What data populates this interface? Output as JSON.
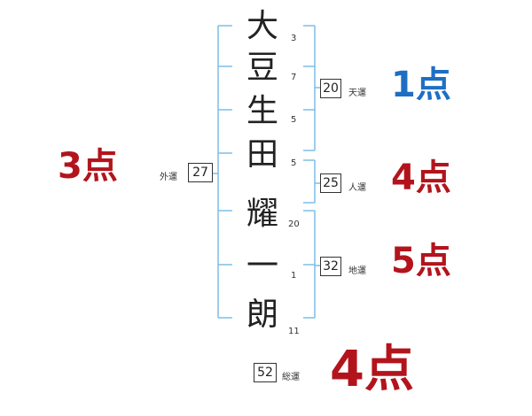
{
  "name_chars": [
    {
      "char": "大",
      "strokes": "3"
    },
    {
      "char": "豆",
      "strokes": "7"
    },
    {
      "char": "生",
      "strokes": "5"
    },
    {
      "char": "田",
      "strokes": "5"
    },
    {
      "char": "耀",
      "strokes": "20"
    },
    {
      "char": "一",
      "strokes": "1"
    },
    {
      "char": "朗",
      "strokes": "11"
    }
  ],
  "fortunes": {
    "tenun": {
      "value": "20",
      "label": "天運",
      "score": "1点",
      "color": "#1e6fc4"
    },
    "jinun": {
      "value": "25",
      "label": "人運",
      "score": "4点",
      "color": "#b3141c"
    },
    "chiun": {
      "value": "32",
      "label": "地運",
      "score": "5点",
      "color": "#b3141c"
    },
    "gaiun": {
      "value": "27",
      "label": "外運",
      "score": "3点",
      "color": "#b3141c"
    },
    "souun": {
      "value": "52",
      "label": "総運",
      "score": "4点",
      "color": "#b3141c"
    }
  },
  "colors": {
    "bracket": "#7dbde6",
    "red": "#b3141c",
    "blue": "#1e6fc4"
  }
}
